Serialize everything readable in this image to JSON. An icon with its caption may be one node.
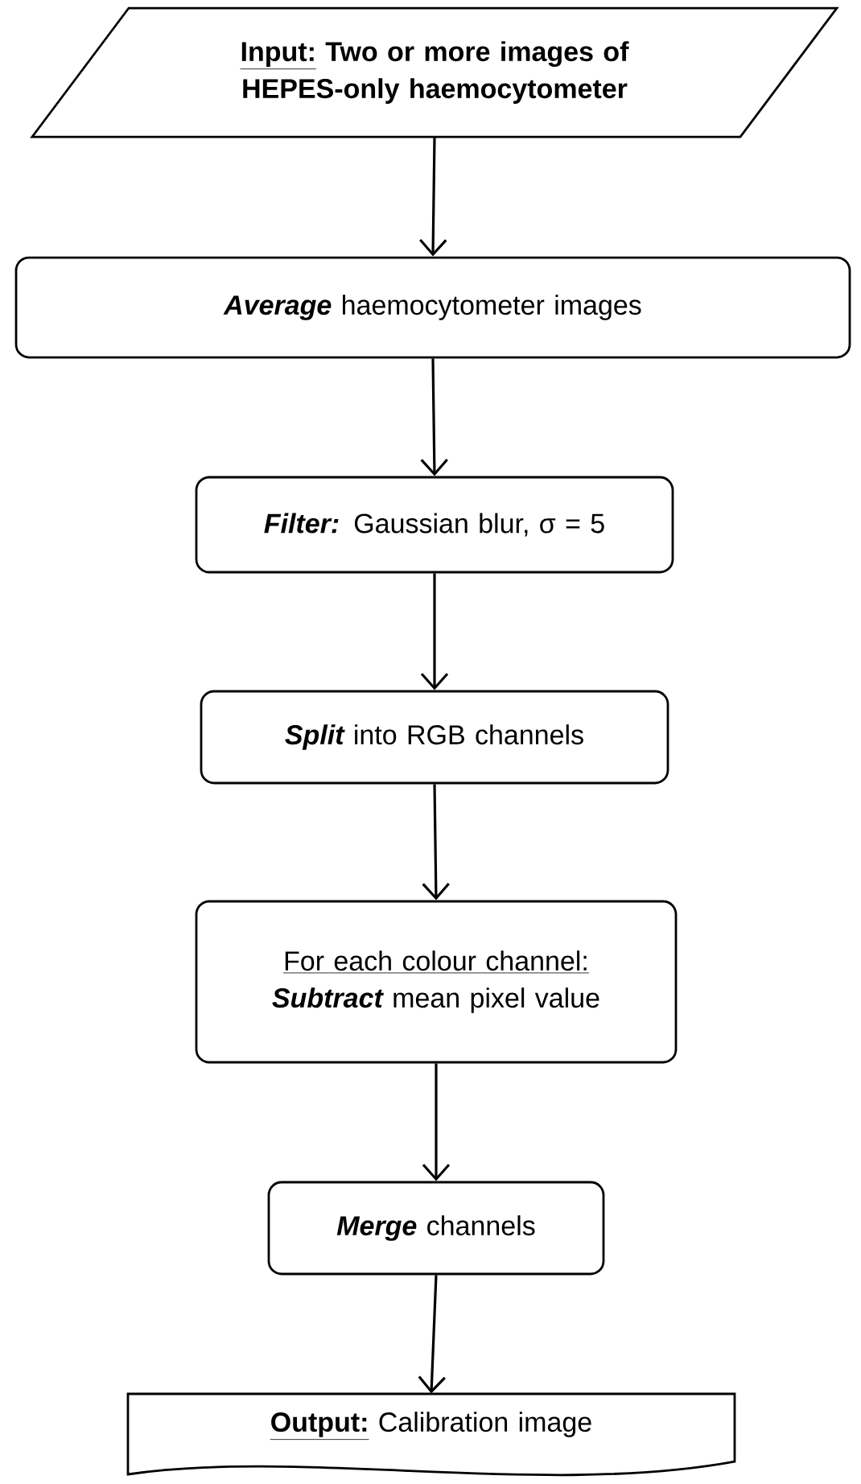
{
  "diagram": {
    "nodes": [
      {
        "text": [
          "Input:",
          "Two or more images of HEPES-only haemocytometer"
        ]
      },
      {
        "text": [
          "Average",
          "haemocytometer images"
        ]
      },
      {
        "text": [
          "Filter:",
          "Gaussian blur, σ = 5"
        ]
      },
      {
        "text": [
          "Split",
          "into RGB channels"
        ]
      },
      {
        "text": [
          "For each colour channel:",
          "Subtract",
          "mean pixel value"
        ]
      },
      {
        "text": [
          "Merge",
          "channels"
        ]
      },
      {
        "text": [
          "Output:",
          "Calibration image"
        ]
      }
    ],
    "edges": [
      {
        "from": 0,
        "to": 1,
        "arrow": "to"
      },
      {
        "from": 1,
        "to": 2,
        "arrow": "to"
      },
      {
        "from": 2,
        "to": 3,
        "arrow": "to"
      },
      {
        "from": 3,
        "to": 4,
        "arrow": "to"
      },
      {
        "from": 4,
        "to": 5,
        "arrow": "to"
      },
      {
        "from": 5,
        "to": 6,
        "arrow": "to"
      }
    ]
  }
}
